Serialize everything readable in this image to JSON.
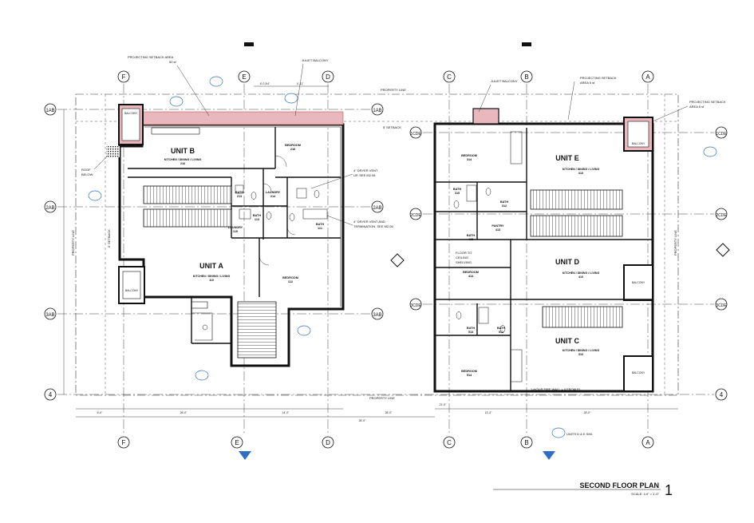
{
  "sheet": {
    "title": "SECOND FLOOR PLAN",
    "scale": "SCALE: 1/4\" = 1'-0\"",
    "number": "1"
  },
  "grid": {
    "top_left": [
      "F",
      "E",
      "D"
    ],
    "top_right": [
      "C",
      "B",
      "A"
    ],
    "bottom_left": [
      "F",
      "E",
      "D"
    ],
    "bottom_right": [
      "C",
      "B",
      "A"
    ],
    "rows_left": [
      "1AB",
      "2AB",
      "3AB",
      "4"
    ],
    "rows_right": [
      "1CDE",
      "2CDE",
      "3CDE",
      "4"
    ]
  },
  "units": {
    "b": {
      "name": "UNIT B",
      "sub": "KITCHEN / DINING / LIVING",
      "num": "216"
    },
    "a": {
      "name": "UNIT A",
      "sub": "KITCHEN / DINING / LIVING",
      "num": "110"
    },
    "e": {
      "name": "UNIT E",
      "sub": "KITCHEN / DINING / LIVING",
      "num": "310"
    },
    "d": {
      "name": "UNIT D",
      "sub": "KITCHEN / DINING / LIVING",
      "num": "410"
    },
    "c": {
      "name": "UNIT C",
      "sub": "KITCHEN / DINING / LIVING",
      "num": "510"
    }
  },
  "rooms": {
    "bedroom_b": {
      "label": "BEDROOM",
      "num": "216"
    },
    "bedroom_a": {
      "label": "BEDROOM",
      "num": "112"
    },
    "bath_b": {
      "label": "BATH",
      "num": "213"
    },
    "laundry_b": {
      "label": "LAUNDRY",
      "num": "214"
    },
    "bath_a1": {
      "label": "BATH",
      "num": "113"
    },
    "bath_a2": {
      "label": "BATH",
      "num": "111"
    },
    "laundry_a": {
      "label": "LAUNDRY",
      "num": "115"
    },
    "bedroom_e": {
      "label": "BEDROOM",
      "num": "314"
    },
    "bath_e1": {
      "label": "BATH",
      "num": "315"
    },
    "bath_e2": {
      "label": "BATH",
      "num": "312"
    },
    "bath_d1": {
      "label": "BATH",
      "num": "415"
    },
    "pantry_d": {
      "label": "PANTRY",
      "num": "413"
    },
    "bedroom_d": {
      "label": "BEDROOM",
      "num": "414"
    },
    "bath_c1": {
      "label": "BATH",
      "num": "513"
    },
    "bath_c2": {
      "label": "BATH",
      "num": "512"
    },
    "bedroom_c": {
      "label": "BEDROOM",
      "num": "514"
    }
  },
  "notes": {
    "projecting_left": [
      "PROJECTING SETBACK AREA",
      "50 sf"
    ],
    "juliet_left": "JULIET BALCONY",
    "juliet_right": "JULIET BALCONY",
    "projecting_mid": [
      "PROJECTING SETBACK",
      "AREA 5 sf"
    ],
    "projecting_right": [
      "PROJECTING SETBACK",
      "AREA 5 sf"
    ],
    "property_line": "PROPERTY LINE",
    "setback": "5' SETBACK",
    "roof_below": [
      "ROOF",
      "BELOW"
    ],
    "dryer_vent_1": [
      "4\" DRYER VENT",
      "UP, SEE M2.08"
    ],
    "dryer_vent_2": [
      "4\" DRYER VENT AND",
      "TERMINATION, SEE M2.06"
    ],
    "floor_to_ceiling": [
      "FLOOR TO",
      "CEILING",
      "SHELVING"
    ],
    "units_de_sim": "UNITS D & E SIM.",
    "fire_wall": "1-HOUR FIRE WALL = 0 FROM PL",
    "balcony": "BALCONY"
  },
  "dimensions": {
    "top_left": [
      "6'-0 3/4\"",
      "4'-11\""
    ],
    "bottom_left": [
      "6'-0\"",
      "26'-0\"",
      "14'-0\"",
      "28'-0\""
    ],
    "bottom_right": [
      "21'-9\"",
      "13'-0\"",
      "28'-0\""
    ],
    "overall": "28'-0\""
  },
  "colors": {
    "line": "#111111",
    "projecting_fill": "#e9b8bf",
    "tag_blue": "#2f6fc4"
  }
}
